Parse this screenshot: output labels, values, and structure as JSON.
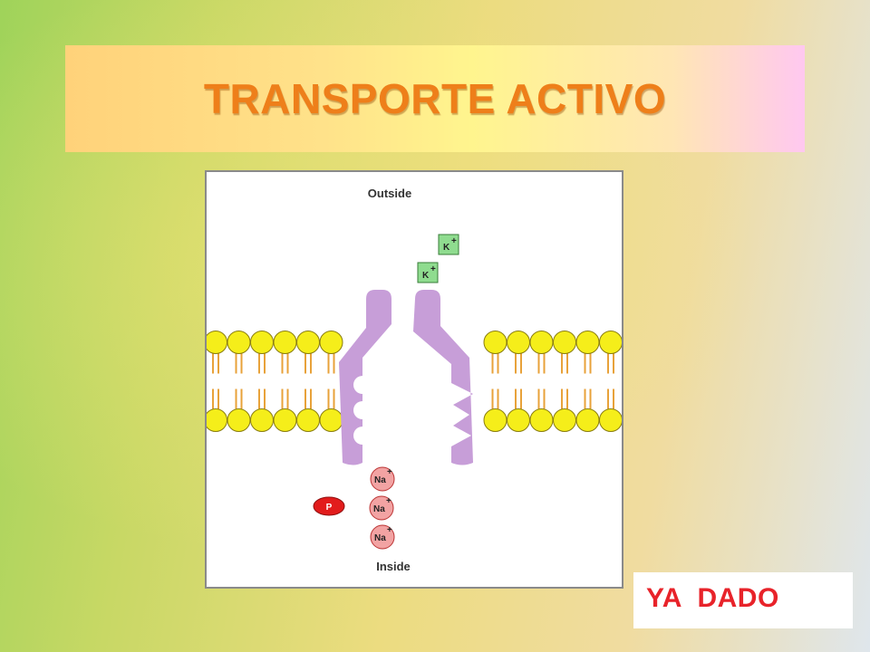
{
  "slide": {
    "title": "TRANSPORTE ACTIVO",
    "badge": "YA  DADO"
  },
  "diagram": {
    "label_outside": "Outside",
    "label_inside": "Inside",
    "ions": {
      "potassium": "K",
      "sodium": "Na",
      "phosphate": "P",
      "charge": "+"
    },
    "colors": {
      "lipid_head": "#f5ee1a",
      "lipid_tail": "#e8a23a",
      "protein": "#c79ed8",
      "potassium_box": "#8fdc8f",
      "sodium_ball": "#f2a3a3",
      "phosphate": "#e21c1c",
      "title": "#ee7f1a",
      "badge": "#e8232a"
    }
  }
}
